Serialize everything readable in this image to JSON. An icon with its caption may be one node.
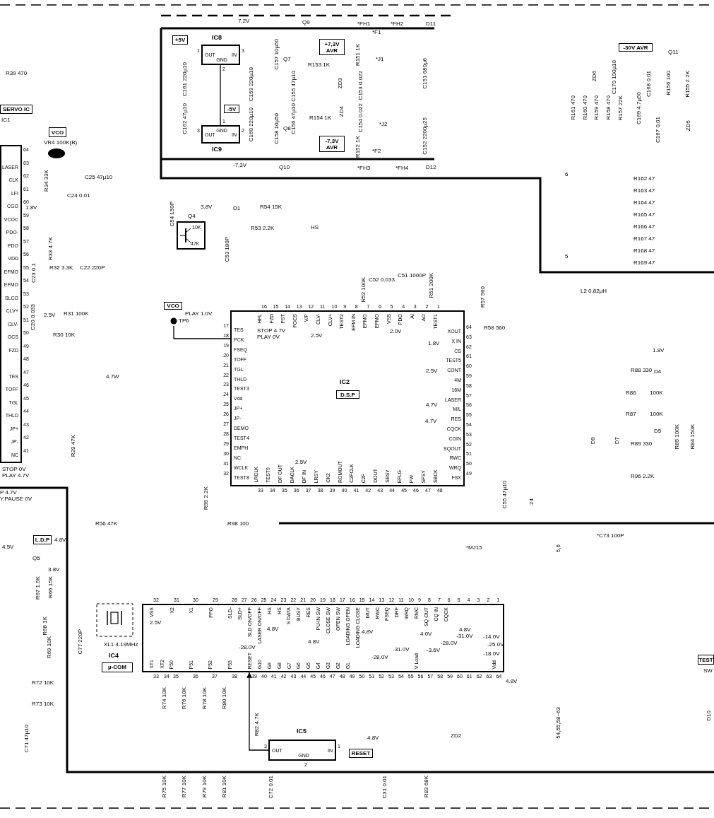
{
  "diagram": {
    "nodes": [
      {
        "text": [
          "+5V"
        ]
      },
      {
        "text": [
          "IC8",
          "OUT",
          "IN",
          "GND"
        ],
        "beside": [
          "1",
          "3",
          "2"
        ]
      },
      {
        "text": [
          "-5V"
        ]
      },
      {
        "text": [
          "IC9",
          "OUT",
          "GND",
          "IN"
        ],
        "beside": [
          "3",
          "1",
          "2"
        ]
      },
      {
        "text": [
          "+7,3V AVR"
        ]
      },
      {
        "text": [
          "-7,3V AVR"
        ]
      },
      {
        "text": [
          "-30V AVR"
        ]
      },
      {
        "text": [
          "SERVO IC"
        ]
      },
      {
        "text": [
          "LASER",
          "CLK",
          "LFI",
          "CGO",
          "VCOC",
          "PDO-",
          "PDO",
          "VDD",
          "EFMO",
          "EFMO",
          "SLCO",
          "CLV+",
          "CLV-",
          "OCS",
          "FZD",
          "TES",
          "TOFF",
          "TGL",
          "THLD",
          "JP+",
          "JP-",
          "NC"
        ],
        "beside": [
          "64",
          "63",
          "62",
          "61",
          "60",
          "59",
          "58",
          "57",
          "56",
          "55",
          "54",
          "53",
          "52",
          "51",
          "50",
          "49",
          "48",
          "47",
          "46",
          "45",
          "44",
          "43",
          "42",
          "41"
        ]
      },
      {
        "text": [
          "VCO"
        ]
      },
      {
        "text": [
          "10K",
          "47K"
        ]
      },
      {
        "text": [
          "VCO"
        ]
      },
      {
        "text": [
          "TP6"
        ]
      },
      {
        "text": [
          "IC2",
          "TES",
          "PCK",
          "FSEQ",
          "TOFF",
          "TGL",
          "THLD",
          "TEST3",
          "Vdd",
          "JP+",
          "JP-",
          "DEMO",
          "TEST4",
          "EMPH",
          "NC",
          "WCLK",
          "TEST8",
          "HFL",
          "FZD",
          "FST",
          "FOCS",
          "V/P",
          "CLV-",
          "CLV+",
          "TEST2",
          "EFM IN",
          "EFMO",
          "EFMO",
          "VSS",
          "PDO",
          "AI",
          "AO",
          "TEST1",
          "XOUT",
          "X IN",
          "CS",
          "TEST5",
          "CONT",
          "4M",
          "16M",
          "LASER",
          "M/L",
          "RES",
          "CQCK",
          "COIN",
          "SQOUT",
          "RWC",
          "WRQ",
          "FSX",
          "LRCLK",
          "TEST9",
          "DF OUT",
          "DACLK",
          "DF IN",
          "LRSY",
          "CK2",
          "ROMOUT",
          "C2FCLK",
          "C2F",
          "DOUT",
          "SBSY",
          "EFLG",
          "PW",
          "SFSY",
          "SBCK"
        ],
        "beside": [
          "17",
          "18",
          "19",
          "20",
          "21",
          "22",
          "23",
          "24",
          "25",
          "26",
          "27",
          "28",
          "29",
          "30",
          "31",
          "32",
          "16",
          "15",
          "14",
          "13",
          "12",
          "11",
          "10",
          "9",
          "8",
          "7",
          "6",
          "5",
          "4",
          "3",
          "2",
          "1",
          "64",
          "63",
          "62",
          "61",
          "60",
          "59",
          "58",
          "57",
          "56",
          "55",
          "54",
          "53",
          "52",
          "51",
          "50",
          "49",
          "33",
          "34",
          "35",
          "36",
          "37",
          "38",
          "39",
          "40",
          "41",
          "42",
          "43",
          "44",
          "45",
          "46",
          "47",
          "48"
        ]
      },
      {
        "text": [
          "D.S.P"
        ],
        "in": 13
      },
      {
        "text": [
          "L.D.P"
        ]
      },
      {
        "text": [
          "VSS",
          "X2",
          "X1",
          "PPO",
          "SLD-",
          "SLD+",
          "SLD ON/OFF",
          "LASER ON/OFF",
          "HS",
          "HS",
          "S DATA",
          "BUSY",
          "RES",
          "PU-IN SW",
          "CLOSE SW",
          "OPEN SW",
          "LOADING OPEN",
          "LOADING CLOSE",
          "MUT",
          "RWC",
          "FSEQ",
          "DRF",
          "WRQ",
          "RMC",
          "SQ OUT",
          "CQ IN",
          "CQCK",
          "XT1",
          "XT2",
          "P50",
          "P51",
          "P52",
          "P53",
          "RESET",
          "G10",
          "G9",
          "G8",
          "G7",
          "G6",
          "G5",
          "G4",
          "G3",
          "G2",
          "G1",
          "V Load",
          "Vdd"
        ],
        "beside": [
          "32",
          "31",
          "30",
          "29",
          "28",
          "27",
          "26",
          "25",
          "24",
          "23",
          "22",
          "21",
          "20",
          "19",
          "18",
          "17",
          "16",
          "15",
          "14",
          "13",
          "12",
          "11",
          "10",
          "9",
          "8",
          "7",
          "6",
          "5",
          "4",
          "3",
          "2",
          "1",
          "33",
          "34",
          "35",
          "36",
          "37",
          "38",
          "39",
          "40",
          "41",
          "42",
          "43",
          "44",
          "45",
          "46",
          "47",
          "48",
          "49",
          "50",
          "51",
          "52",
          "53",
          "54",
          "55",
          "56",
          "57",
          "58",
          "59",
          "60",
          "61",
          "62",
          "63",
          "64"
        ]
      },
      {
        "text": [
          "IC4",
          "µ-COM"
        ]
      },
      {
        "text": [
          "IC5",
          "OUT",
          "GND",
          "IN"
        ],
        "beside": [
          "3",
          "2",
          "1"
        ]
      },
      {
        "text": [
          "RESET"
        ]
      },
      {
        "text": [
          "TEST"
        ]
      }
    ],
    "edges": [
      {
        "from": 1,
        "to": 3,
        "arrow": "none"
      },
      {
        "from": 18,
        "to": 16,
        "arrow": "to"
      },
      {
        "from": 12,
        "to": 13,
        "arrow": "none"
      }
    ],
    "labels": [
      "7,2V",
      "Q9",
      "Q7",
      "Q8",
      "Q10",
      "*FH1",
      "*FH2",
      "*F1",
      "*J1",
      "*J2",
      "*F2",
      "*FH3",
      "*FH4",
      "D11",
      "D12",
      "R151 1K",
      "C155 47µ10",
      "R153 1K",
      "ZD3",
      "C153 0.022",
      "C156 47µ10",
      "R154 1K",
      "ZD4",
      "C154 0.022",
      "R152 1K",
      "C151 680µ6",
      "C152 2200µ25",
      "C157 10µ50",
      "C158 10µ50",
      "C159 220µ10",
      "C160 220µ10",
      "C161 220µ10",
      "C162 47µ10",
      "-7,3V",
      "Q11",
      "ZD6",
      "C170 100µ10",
      "C168 0.01",
      "R156 100",
      "R155 2.2K",
      "R161 470",
      "R160 470",
      "R159 470",
      "R158 470",
      "R157 22K",
      "C169 4.7µ50",
      "C167 0.01",
      "ZD5",
      "R162 47",
      "R163 47",
      "R164 47",
      "R165 47",
      "R166 47",
      "R167 47",
      "R168 47",
      "R169 47",
      "6",
      "5",
      "L2 0.82µH",
      "R39 470",
      "IC1",
      "VR4 100K(B)",
      "R34 33K",
      "C25 47µ10",
      "C24 0.01",
      "1.8V",
      "R33 4.7K",
      "C23 0.1",
      "R32 3.3K",
      "C22 220P",
      "C20 0.033",
      "2.5V",
      "R31 100K",
      "R30 10K",
      "4.7W",
      "R29 47K",
      "STOP 0V",
      "PLAY 4.7V",
      "P 4.7V",
      "Y.PAUSE 0V",
      "R56 47K",
      "4.5V",
      "4.8V",
      "Q5",
      "3.8V",
      "R67 1.5K",
      "R66 15K",
      "R68 1K",
      "R69 10K",
      "R72 10K",
      "R73 10K",
      "C71 47µ10",
      "C77 220P",
      "C54 150P",
      "Q4",
      "3.8V",
      "D1",
      "R54 15K",
      "R53 2.2K",
      "HS",
      "C53 180P",
      "PLAY 1.0V",
      "STOP 4.7V",
      "PLAY 0V",
      "2.5V",
      "2.0V",
      "R52 100K",
      "C52 0.033",
      "C51 1000P",
      "R51 200K",
      "R57 560",
      "R58 560",
      "1.8V",
      "2.5V",
      "4.7V",
      "4.7V",
      "2.5V",
      "R95 2.2K",
      "R98 100",
      "C55 47µ10",
      "24",
      "5,6",
      "54,55,58~63",
      "1.8V",
      "R88 330",
      "D4",
      "R86",
      "100K",
      "R87",
      "100K",
      "D5",
      "R89 330",
      "D9",
      "D7",
      "R85 100K",
      "R84 150K",
      "R96 2.2K",
      "*C73 100P",
      "*MJ15",
      "XL1 4.19MHz",
      "2.5V",
      "4.8V",
      "4.8V",
      "4.8V",
      "4.0V",
      "4.8V",
      "-28.0V",
      "-28.0V",
      "-31.0V",
      "-3.6V",
      "-28.0V",
      "-31.0V",
      "-14.0V",
      "-25.0V",
      "-18.0V",
      "4.8V",
      "4.8V",
      "R74 10K",
      "R76 10K",
      "R78 10K",
      "R80 10K",
      "R75 10K",
      "R77 10K",
      "R79 10K",
      "R81 10K",
      "R82 4.7K",
      "C72 0.01",
      "C31 0.01",
      "R83 68K",
      "ZD2",
      "SW",
      "D10"
    ]
  }
}
